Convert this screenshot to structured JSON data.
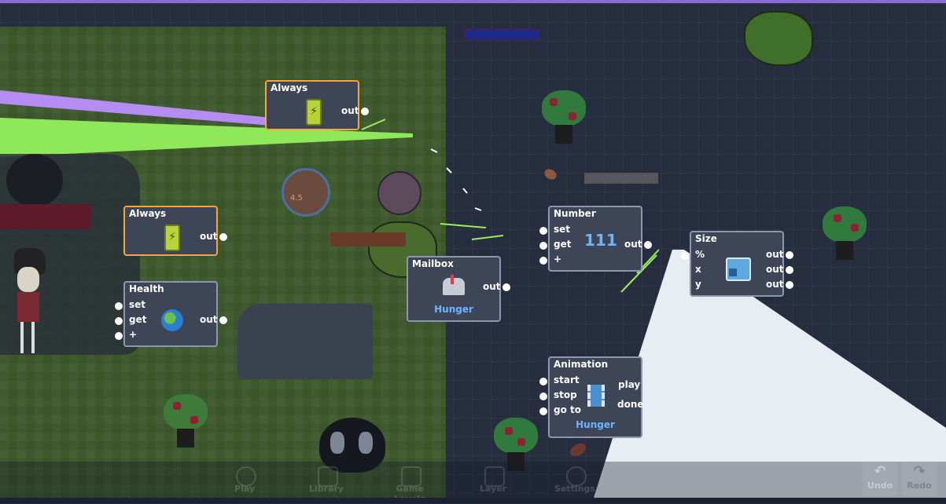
{
  "nodes": {
    "always_top": {
      "title": "Always",
      "out": "out"
    },
    "always_left": {
      "title": "Always",
      "out": "out"
    },
    "health": {
      "title": "Health",
      "set": "set",
      "get": "get",
      "plus": "+",
      "out": "out"
    },
    "mailbox": {
      "title": "Mailbox",
      "out": "out",
      "subtitle": "Hunger"
    },
    "number": {
      "title": "Number",
      "set": "set",
      "get": "get",
      "plus": "+",
      "value": "111",
      "out": "out"
    },
    "size": {
      "title": "Size",
      "pct": "%",
      "x": "x",
      "y": "y",
      "out1": "out",
      "out2": "out",
      "out3": "out"
    },
    "animation": {
      "title": "Animation",
      "start": "start",
      "stop": "stop",
      "goto": "go to",
      "play": "play",
      "done": "done",
      "subtitle": "Hunger"
    }
  },
  "game": {
    "bubble_value": "4.5"
  },
  "bottom_nav": [
    {
      "label": "Play",
      "icon": "play-icon"
    },
    {
      "label": "Library",
      "icon": "library-icon"
    },
    {
      "label": "Game Levels",
      "icon": "levels-icon"
    },
    {
      "label": "Layer",
      "icon": "layer-icon"
    },
    {
      "label": "Settings",
      "icon": "settings-icon"
    }
  ],
  "history": {
    "undo": "Undo",
    "redo": "Redo"
  },
  "colors": {
    "accent": "#f5a53a",
    "link": "#6cb6ff",
    "beam_green": "#8ee85a",
    "beam_purple": "#b58cf2"
  }
}
